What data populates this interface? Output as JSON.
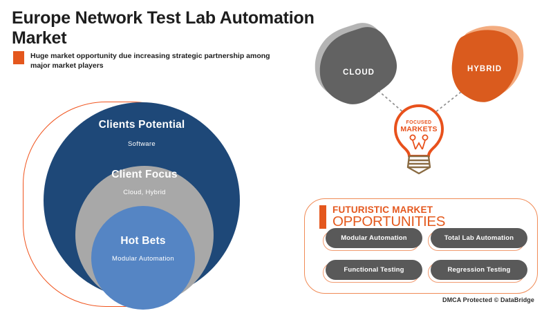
{
  "header": {
    "title": "Europe Network Test Lab Automation Market",
    "subtitle": "Huge market opportunity due increasing strategic partnership among major market players"
  },
  "venn": {
    "rings": [
      {
        "title": "Clients Potential",
        "subtitle": "Software",
        "color": "#1E4878"
      },
      {
        "title": "Client Focus",
        "subtitle": "Cloud, Hybrid",
        "color": "#A8A8A8"
      },
      {
        "title": "Hot Bets",
        "subtitle": "Modular Automation",
        "color": "#5585C4"
      }
    ],
    "outline_color": "#F0521B"
  },
  "focus_diagram": {
    "nodes": [
      {
        "label": "CLOUD",
        "color": "#626262",
        "shadow_color": "#B4B4B4"
      },
      {
        "label": "HYBRID",
        "color": "#DA5B1E",
        "shadow_color": "#F3AC80"
      }
    ],
    "bulb": {
      "line1": "FOCUSED",
      "line2": "MARKETS",
      "outline_color": "#E8511C",
      "base_color": "#8A6B42"
    },
    "connector_color": "#8F8F8F"
  },
  "opportunities": {
    "title_line1": "FUTURISTIC MARKET",
    "title_line2": "OPPORTUNITIES",
    "accent_color": "#E4571D",
    "items": [
      "Modular Automation",
      "Total Lab Automation",
      "Functional Testing",
      "Regression Testing"
    ]
  },
  "footer": {
    "dmca": "DMCA Protected © DataBridge"
  }
}
